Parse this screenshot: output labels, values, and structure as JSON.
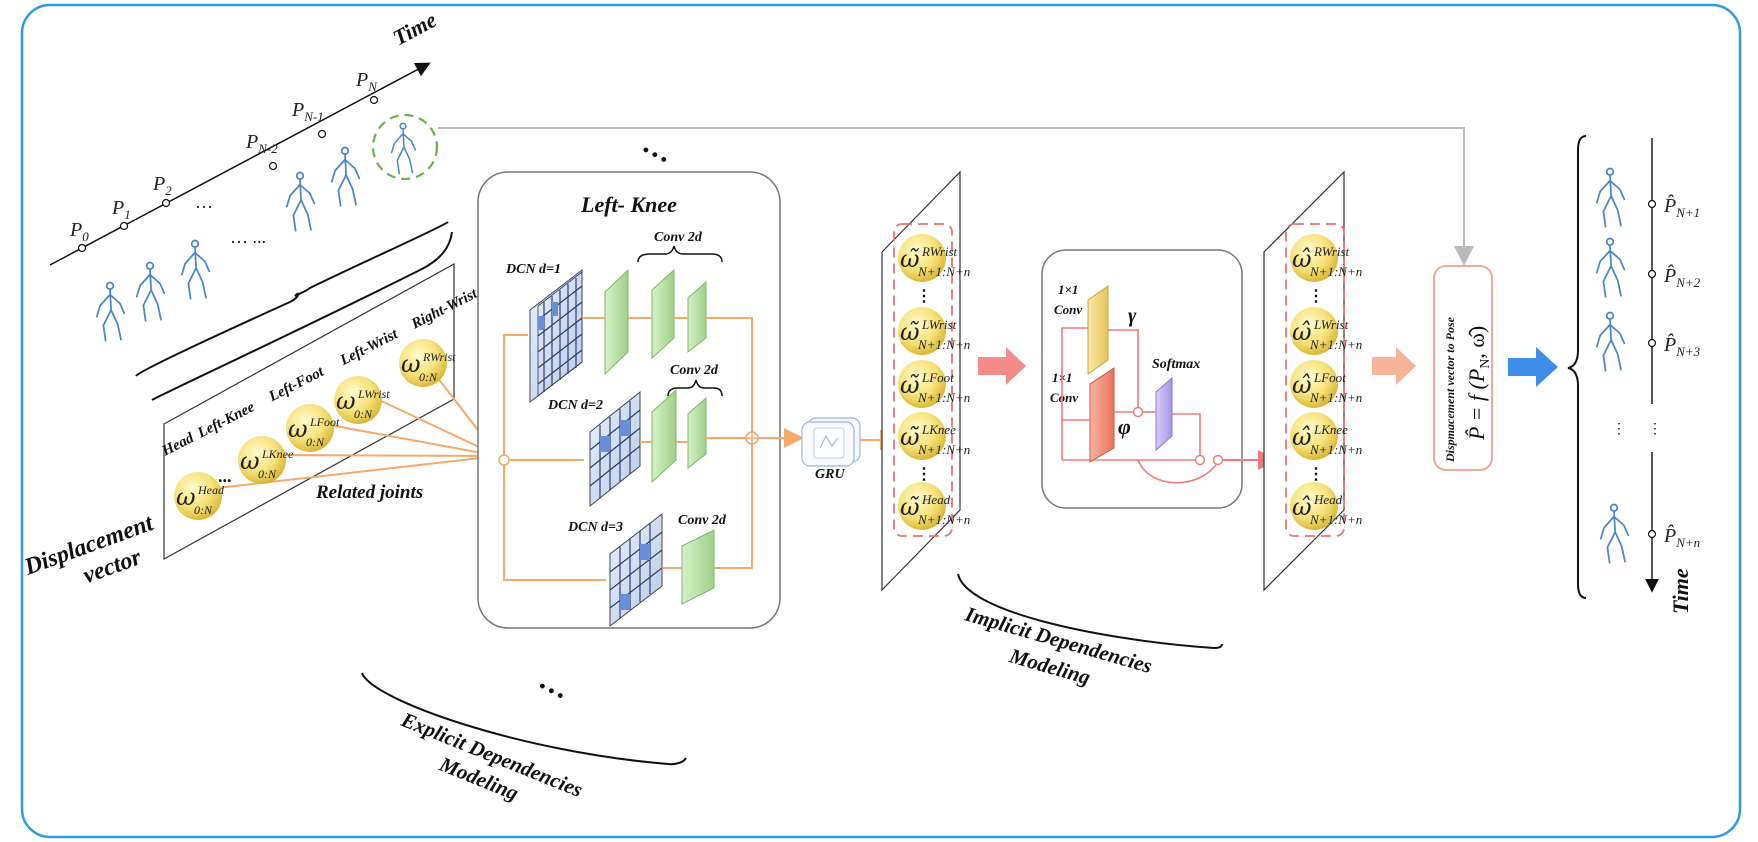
{
  "timeline": {
    "axis_label": "Time",
    "poses": [
      {
        "base": "P",
        "sub": "0"
      },
      {
        "base": "P",
        "sub": "1"
      },
      {
        "base": "P",
        "sub": "2"
      },
      {
        "base": "P",
        "sub": "N-2"
      },
      {
        "base": "P",
        "sub": "N-1"
      },
      {
        "base": "P",
        "sub": "N"
      }
    ],
    "ellipsis": "…",
    "ellipsis2": "… ..."
  },
  "displacement": {
    "title_line1": "Displacement",
    "title_line2": "vector",
    "joint_names": [
      "Head",
      "Left-Knee",
      "Left-Foot",
      "Left-Wrist",
      "Right-Wrist"
    ],
    "joints": [
      {
        "sup": "Head",
        "sub": "0:N"
      },
      {
        "sup": "LKnee",
        "sub": "0:N"
      },
      {
        "sup": "LFoot",
        "sub": "0:N"
      },
      {
        "sup": "LWrist",
        "sub": "0:N"
      },
      {
        "sup": "RWrist",
        "sub": "0:N"
      }
    ],
    "related_label": "Related joints",
    "dots": "..."
  },
  "knee_block": {
    "title": "Left- Knee",
    "dcn1": "DCN d=1",
    "dcn2": "DCN d=2",
    "dcn3": "DCN d=3",
    "conv1": "Conv 2d",
    "conv2": "Conv 2d",
    "conv3": "Conv 2d",
    "gru": "GRU"
  },
  "explicit": {
    "line1": "Explicit Dependencies",
    "line2": "Modeling"
  },
  "implicit": {
    "line1": "Implicit Dependencies",
    "line2": "Modeling"
  },
  "tilde_joints": [
    {
      "sup": "RWrist",
      "sub": "N+1:N+n"
    },
    {
      "sup": "LWrist",
      "sub": "N+1:N+n"
    },
    {
      "sup": "LFoot",
      "sub": "N+1:N+n"
    },
    {
      "sup": "LKnee",
      "sub": "N+1:N+n"
    },
    {
      "sup": "Head",
      "sub": "N+1:N+n"
    }
  ],
  "hat_joints": [
    {
      "sup": "RWrist",
      "sub": "N+1:N+n"
    },
    {
      "sup": "LWrist",
      "sub": "N+1:N+n"
    },
    {
      "sup": "LFoot",
      "sub": "N+1:N+n"
    },
    {
      "sup": "LKnee",
      "sub": "N+1:N+n"
    },
    {
      "sup": "Head",
      "sub": "N+1:N+n"
    }
  ],
  "attention": {
    "conv_a1": "1×1",
    "conv_a2": "Conv",
    "conv_b1": "1×1",
    "conv_b2": "Conv",
    "gamma": "γ",
    "phi": "φ",
    "softmax": "Softmax"
  },
  "disp_to_pose": {
    "title": "Dispmacement vector to Pose",
    "formula": "P̂ = f (P",
    "formula_sub": "N",
    "formula_end": ", ω̂)"
  },
  "output": {
    "poses": [
      {
        "base": "P̂",
        "sub": "N+1"
      },
      {
        "base": "P̂",
        "sub": "N+2"
      },
      {
        "base": "P̂",
        "sub": "N+3"
      },
      {
        "base": "P̂",
        "sub": "N+n"
      }
    ],
    "dots_a": "⋮",
    "dots_b": "⋮",
    "time": "Time"
  },
  "colors": {
    "frame": "#2f9be0",
    "orange": "#f5a96b",
    "red": "#f07a7a",
    "green": "#b8e0a0",
    "yellow": "#f4e08a",
    "blue_arrow": "#3d8ee8",
    "skeleton": "#4a86c8"
  }
}
